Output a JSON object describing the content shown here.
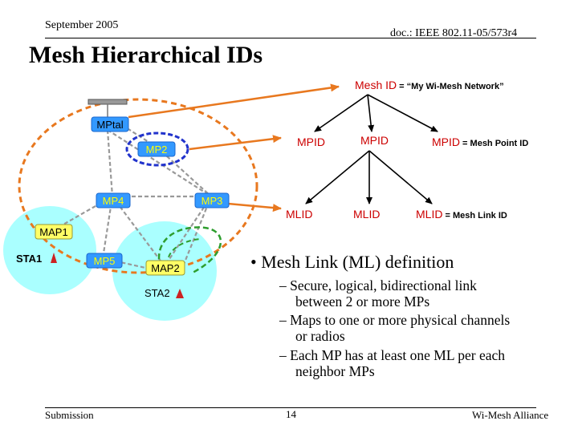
{
  "header": {
    "date": "September 2005",
    "doc": "doc.: IEEE 802.11-05/573r4"
  },
  "title": "Mesh Hierarchical IDs",
  "colors": {
    "node_fill": "#3399ff",
    "node_text": "#ffff00",
    "map_fill": "#ffff66",
    "cell": "#aaffff",
    "mesh_dash": "#e8781f",
    "link_dash": "#2e9e2e",
    "mesh_id_text": "#cc0000",
    "mp_circle": "#2233cc",
    "sta_triangle": "#cc2222"
  },
  "tree": {
    "mesh_id": "Mesh ID",
    "mesh_id_desc": " = “My Wi-Mesh Network”",
    "mpid": [
      "MPID",
      "MPID",
      "MPID"
    ],
    "mpid_desc": " = Mesh Point ID",
    "mlid": [
      "MLID",
      "MLID",
      "MLID"
    ],
    "mlid_desc": " = Mesh Link ID"
  },
  "network": {
    "portal": "MPtal",
    "mp2": "MP2",
    "mp3": "MP3",
    "mp4": "MP4",
    "mp5": "MP5",
    "map1": "MAP1",
    "map2": "MAP2",
    "sta1": "STA1",
    "sta2": "STA2"
  },
  "content": {
    "bullet": "• Mesh Link (ML) definition",
    "subs": [
      [
        "– Secure, logical, bidirectional link",
        "between 2 or more MPs"
      ],
      [
        "– Maps to one or more physical channels",
        "or radios"
      ],
      [
        "– Each MP has at least one ML per each",
        "neighbor MPs"
      ]
    ]
  },
  "footer": {
    "left": "Submission",
    "page": "14",
    "right": "Wi-Mesh Alliance"
  }
}
